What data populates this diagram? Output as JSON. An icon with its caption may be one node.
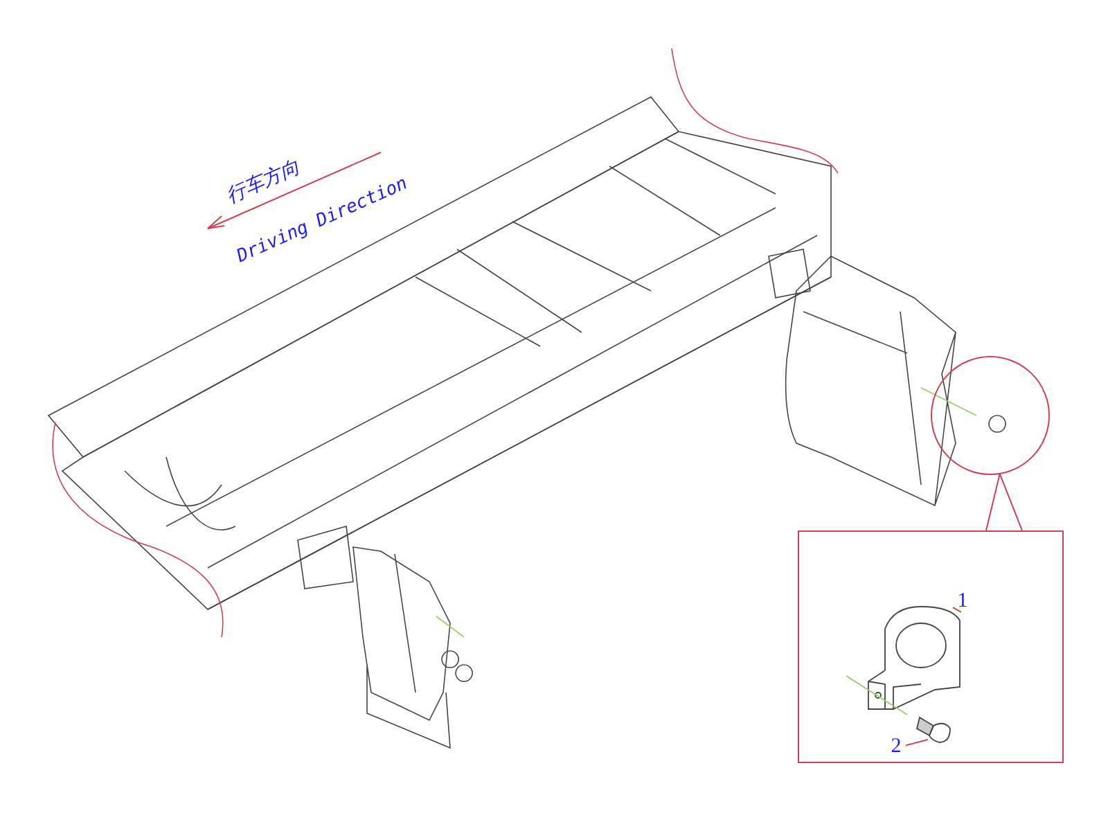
{
  "diagram": {
    "nodes": [
      {
        "text": [],
        "shape": "circle"
      },
      {
        "text": [],
        "shape": "box"
      },
      {
        "text": [
          "1"
        ],
        "in": 1
      },
      {
        "text": [],
        "shape": "picture",
        "in": 1
      },
      {
        "text": [
          "2"
        ],
        "in": 1
      },
      {
        "text": [],
        "shape": "picture",
        "in": 1
      }
    ],
    "edges": [
      {
        "from": 0,
        "to": 1,
        "arrow": "none"
      },
      {
        "from": 0,
        "to": 1,
        "arrow": "none"
      },
      {
        "from": 2,
        "to": 3,
        "arrow": "none"
      },
      {
        "from": 4,
        "to": 5,
        "arrow": "none"
      }
    ],
    "labels": [
      "行车方向",
      "Driving Direction"
    ]
  }
}
